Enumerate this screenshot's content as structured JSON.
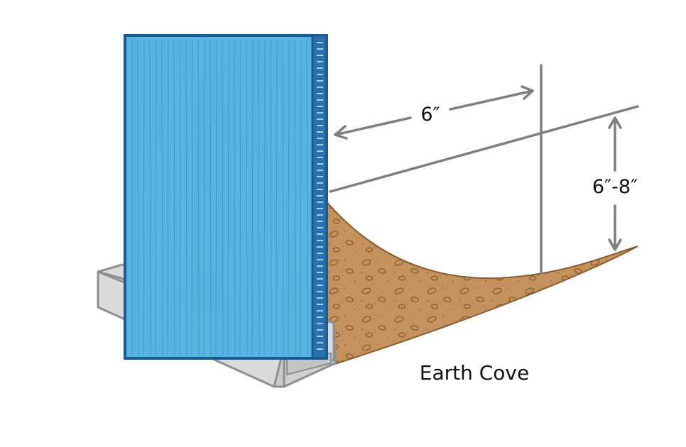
{
  "labels": {
    "width_dimension": "6″",
    "height_dimension": "6″-8″",
    "caption": "Earth Cove"
  },
  "colors": {
    "wall_fill": "#56b4e3",
    "wall_stroke": "#1f5a8e",
    "wall_edge": "#2a6fae",
    "earth_fill": "#c4925c",
    "earth_stroke": "#8a5a30",
    "track_fill": "#d9dadb",
    "track_stroke": "#8e8f91",
    "dimension_line": "#7f7f7f"
  },
  "icons": {
    "wall": "pool-wall-panel",
    "track": "bottom-track-channel",
    "earth": "earth-cove-mound"
  }
}
